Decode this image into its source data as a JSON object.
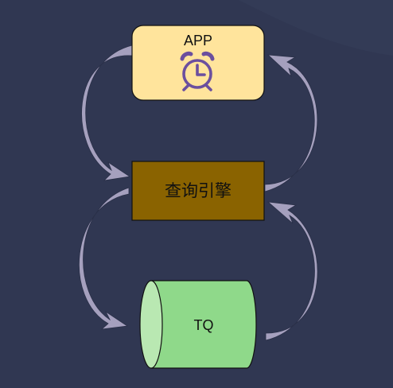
{
  "nodes": {
    "app": {
      "label": "APP",
      "icon": "alarm-clock-icon",
      "fill": "#FFE49C",
      "icon_color": "#6B4F9E"
    },
    "engine": {
      "label": "查询引擎",
      "fill": "#8A6300"
    },
    "tq": {
      "label": "TQ",
      "fill": "#8FD98A",
      "cap_fill": "#B9E8B2"
    }
  },
  "edges": [
    {
      "from": "app",
      "to": "engine",
      "side": "left"
    },
    {
      "from": "engine",
      "to": "app",
      "side": "right"
    },
    {
      "from": "engine",
      "to": "tq",
      "side": "left"
    },
    {
      "from": "tq",
      "to": "engine",
      "side": "right"
    }
  ],
  "colors": {
    "background": "#303752",
    "arrow": "#A5A0BE",
    "outline": "#111111"
  }
}
